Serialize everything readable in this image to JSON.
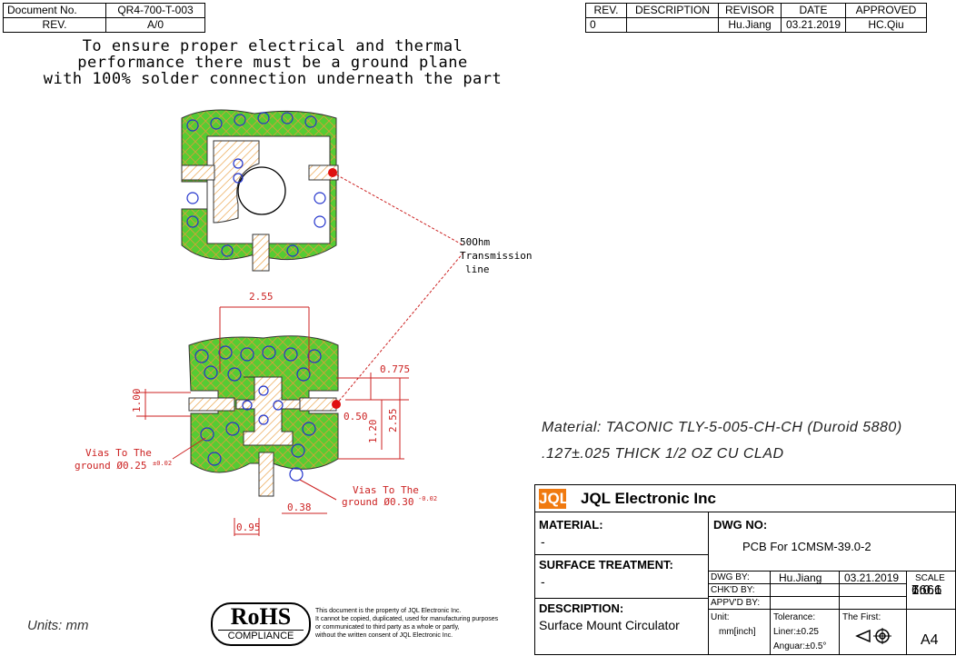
{
  "header_left": {
    "doc_no_label": "Document No.",
    "doc_no": "QR4-700-T-003",
    "rev_label": "REV.",
    "rev": "A/0"
  },
  "revision_table": {
    "headers": [
      "REV.",
      "DESCRIPTION",
      "REVISOR",
      "DATE",
      "APPROVED"
    ],
    "row": [
      "0",
      "",
      "Hu.Jiang",
      "03.21.2019",
      "HC.Qiu"
    ]
  },
  "note_lines": [
    "To ensure proper electrical and thermal",
    "performance there must be a ground plane",
    "with 100% solder connection underneath the part"
  ],
  "drawing": {
    "line_label_1": "50Ohm",
    "line_label_2": "Transmission",
    "line_label_3": "line",
    "dim_255_top": "2.55",
    "dim_0775": "0.775",
    "dim_100": "1.00",
    "dim_050": "0.50",
    "dim_120": "1.20",
    "dim_255_side": "2.55",
    "dim_095": "0.95",
    "dim_038": "0.38",
    "via_left_1": "Vias To The",
    "via_left_2": "ground Ø0.25",
    "via_left_tol": "±0.02",
    "via_right_1": "Vias To The",
    "via_right_2": "ground Ø0.30",
    "via_right_tol": "-0.02"
  },
  "material_line_1": "Material: TACONIC TLY-5-005-CH-CH (Duroid 5880)",
  "material_line_2": ".127±.025 THICK 1/2 OZ CU CLAD",
  "units": "Units: mm",
  "rohs": {
    "title": "RoHS",
    "sub": "COMPLIANCE"
  },
  "property_notice": [
    "This document is the property of JQL Electronic Inc.",
    "It cannot be copied, duplicated, used for manufacturing purposes",
    "or communicated to third party as a whole or partly,",
    "without the written consent of JQL Electronic Inc."
  ],
  "title_block": {
    "logo": "JQL",
    "company": "JQL Electronic Inc",
    "material_label": "MATERIAL:",
    "material_value": "-",
    "surface_label": "SURFACE TREATMENT:",
    "surface_value": "-",
    "description_label": "DESCRIPTION:",
    "description_value": "Surface Mount Circulator",
    "dwg_no_label": "DWG NO:",
    "dwg_no_value": "PCB For 1CMSM-39.0-2",
    "dwg_by_label": "DWG BY:",
    "dwg_by_value": "Hu.Jiang",
    "dwg_date": "03.21.2019",
    "chkd_by_label": "CHK'D BY:",
    "apprvd_by_label": "APPV'D BY:",
    "scale_label": "SCALE",
    "scale_value_1": "1:0.1",
    "scale_value_2": "6666",
    "scale_value_3": "7",
    "unit_label": "Unit:",
    "unit_value": "mm[inch]",
    "tolerance_label": "Tolerance:",
    "liner_tol": "Liner:±0.25",
    "angular_tol": "Anguar:±0.5°",
    "the_first_label": "The First:",
    "sheet_size": "A4"
  },
  "colors": {
    "green_fill": "#55cc33",
    "orange_hatch": "#e89a3a",
    "red_marker": "#e01010",
    "via_blue": "#2233cc",
    "dim_red": "#cc2222",
    "logo_orange": "#f07a10"
  }
}
